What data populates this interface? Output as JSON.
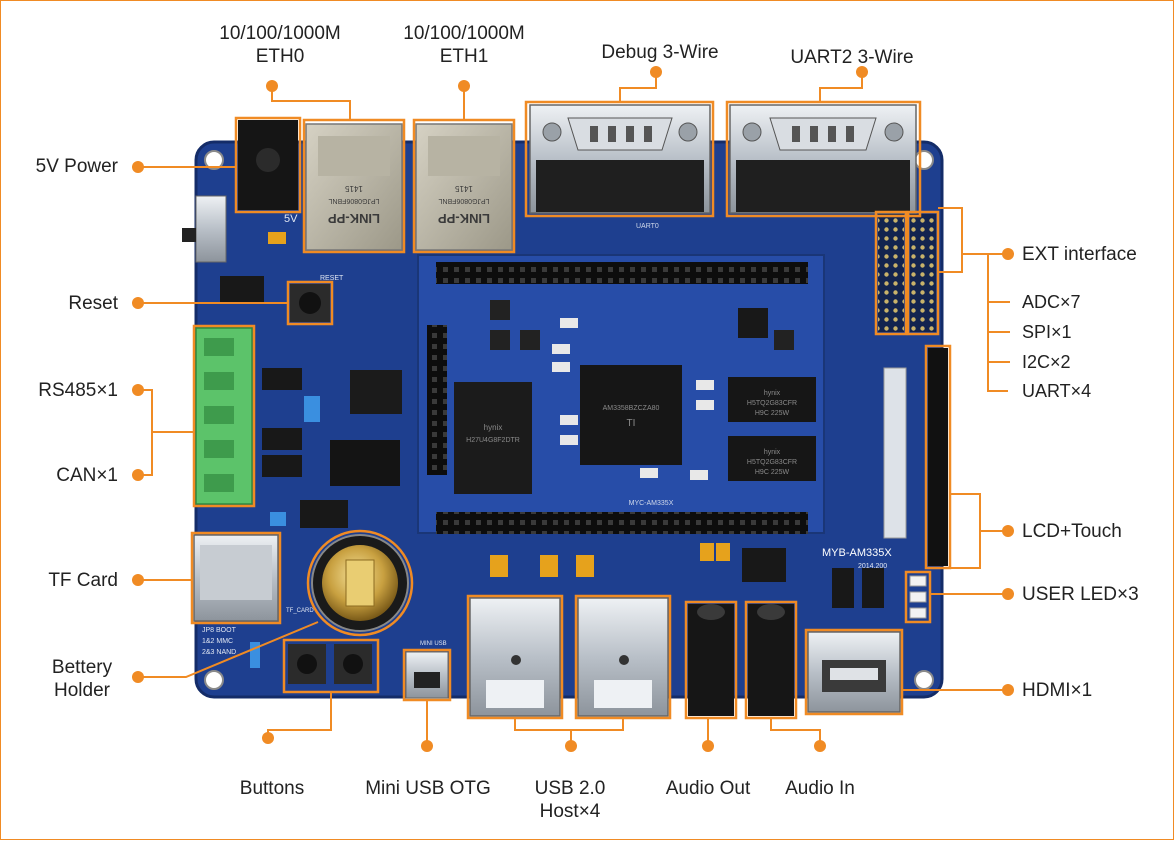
{
  "board_model": "MYB-AM335X",
  "board_date": "2014.200",
  "silk": {
    "eth_jack_brand": "LINK-PP",
    "eth_jack_part": "LPJG0806FBNL",
    "eth_jack_code": "1415",
    "power_marking": "5V",
    "reset_marking": "RESET",
    "uart0_marking": "UART0",
    "tf_marking": "TF_CARD",
    "mini_usb_marking": "MINI USB",
    "som_marking": "MYC-AM335X",
    "cpu_line1": "AM3358BZCZA80",
    "cpu_line2": "TI",
    "nand_line1": "hynix",
    "nand_line2": "H27U4G8F2DTR",
    "ddr_brand": "hynix",
    "ddr_part": "H5TQ2G83CFR",
    "ddr_grade": "H9C 225W",
    "boot_line1": "JP8 BOOT",
    "boot_line2": "1&2 MMC",
    "boot_line3": "2&3 NAND"
  },
  "colors": {
    "accent": "#f08b24",
    "pcb": "#1e3f8f",
    "pcb_dark": "#142c68",
    "label_text": "#222222"
  },
  "labels": {
    "eth0_line1": "10/100/1000M",
    "eth0_line2": "ETH0",
    "eth1_line1": "10/100/1000M",
    "eth1_line2": "ETH1",
    "debug": "Debug 3-Wire",
    "uart2": "UART2 3-Wire",
    "power": "5V Power",
    "reset": "Reset",
    "rs485": "RS485×1",
    "can": "CAN×1",
    "tf_card": "TF Card",
    "battery_line1": "Bettery",
    "battery_line2": "Holder",
    "buttons": "Buttons",
    "mini_usb": "Mini USB OTG",
    "usb_line1": "USB 2.0",
    "usb_line2": "Host×4",
    "audio_out": "Audio Out",
    "audio_in": "Audio In",
    "ext": "EXT interface",
    "adc": "ADC×7",
    "spi": "SPI×1",
    "i2c": "I2C×2",
    "uart": "UART×4",
    "lcd": "LCD+Touch",
    "user_led": "USER LED×3",
    "hdmi": "HDMI×1"
  }
}
